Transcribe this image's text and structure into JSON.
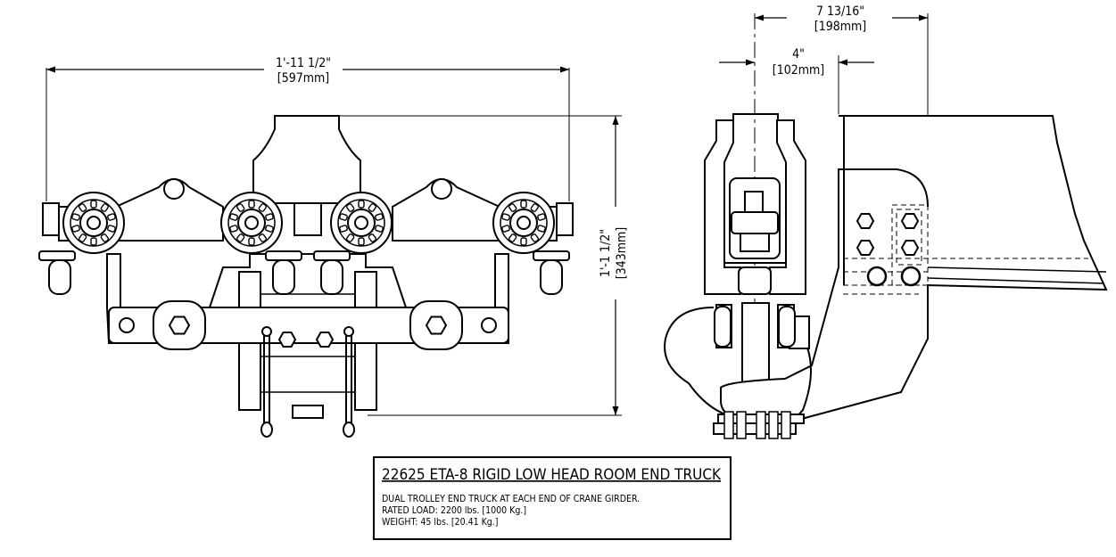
{
  "dimensions": {
    "overall_width": "1'-11 1/2\"",
    "overall_width_metric": "[597mm]",
    "overall_height": "1'-1 1/2\"",
    "overall_height_metric": "[343mm]",
    "offset_outer": "7 13/16\"",
    "offset_outer_metric": "[198mm]",
    "offset_inner": "4\"",
    "offset_inner_metric": "[102mm]"
  },
  "title_block": {
    "title": "22625 ETA-8 RIGID LOW HEAD ROOM END TRUCK",
    "notes": [
      "DUAL TROLLEY END TRUCK AT EACH END OF CRANE GIRDER.",
      "RATED LOAD: 2200 lbs. [1000 Kg.]",
      "WEIGHT: 45 lbs. [20.41 Kg.]"
    ]
  },
  "colors": {
    "ink": "#000000",
    "paper": "#ffffff"
  }
}
